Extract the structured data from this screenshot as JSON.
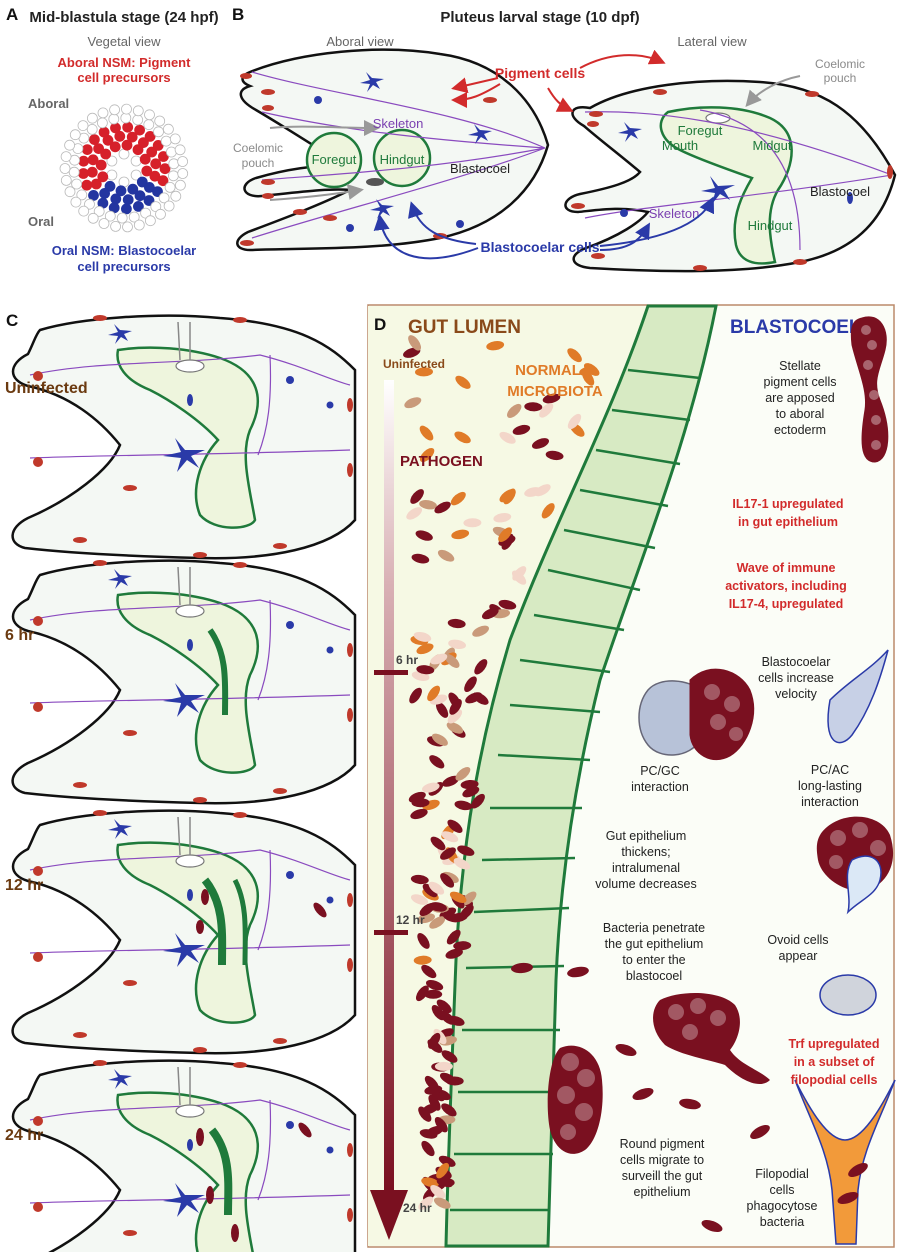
{
  "panels": {
    "a": "A",
    "b": "B",
    "c": "C",
    "d": "D"
  },
  "panelA": {
    "title": "Mid-blastula stage (24 hpf)",
    "view": "Vegetal view",
    "aboral_label": "Aboral",
    "oral_label": "Oral",
    "aboral_nsm": [
      "Aboral NSM: Pigment",
      "cell precursors"
    ],
    "oral_nsm": [
      "Oral NSM: Blastocoelar",
      "cell precursors"
    ]
  },
  "panelB": {
    "title": "Pluteus larval stage (10 dpf)",
    "aboral_view": "Aboral view",
    "lateral_view": "Lateral view",
    "pigment_cells": "Pigment cells",
    "blastocoelar_cells": "Blastocoelar cells",
    "skeleton": "Skeleton",
    "coelomic_pouch": [
      "Coelomic",
      "pouch"
    ],
    "foregut": "Foregut",
    "hindgut": "Hindgut",
    "midgut": "Midgut",
    "mouth": "Mouth",
    "blastocoel": "Blastocoel"
  },
  "panelC": {
    "labels": [
      "Uninfected",
      "6 hr",
      "12 hr",
      "24 hr"
    ]
  },
  "panelD": {
    "gut_lumen": "GUT LUMEN",
    "blastocoel": "BLASTOCOEL",
    "normal_microbiota": [
      "NORMAL",
      "MICROBIOTA"
    ],
    "pathogen": "PATHOGEN",
    "timeline": [
      "Uninfected",
      "6 hr",
      "12 hr",
      "24 hr"
    ],
    "notes": {
      "stellate": [
        "Stellate",
        "pigment cells",
        "are apposed",
        "to aboral",
        "ectoderm"
      ],
      "il17_1": [
        "IL17-1 upregulated",
        "in gut epithelium"
      ],
      "wave": [
        "Wave of immune",
        "activators, including",
        "IL17-4,  upregulated"
      ],
      "velocity": [
        "Blastocoelar",
        "cells increase",
        "velocity"
      ],
      "pcgc": [
        "PC/GC",
        "interaction"
      ],
      "pcac": [
        "PC/AC",
        "long-lasting",
        "interaction"
      ],
      "thickens": [
        "Gut epithelium",
        "thickens;",
        "intralumenal",
        "volume decreases"
      ],
      "ovoid": [
        "Ovoid cells",
        "appear"
      ],
      "penetrate": [
        "Bacteria penetrate",
        "the gut epithelium",
        "to enter the",
        "blastocoel"
      ],
      "trf": [
        "Trf upregulated",
        "in a subset of",
        "filopodial cells"
      ],
      "round": [
        "Round pigment",
        "cells migrate to",
        "surveill the gut",
        "epithelium"
      ],
      "filopodial": [
        "Filopodial",
        "cells",
        "phagocytose",
        "bacteria"
      ]
    }
  },
  "colors": {
    "pigment": "#c0392b",
    "pathogen": "#7a1020",
    "microbiota_orange": "#e07b28",
    "microbiota_tan": "#c99a7a",
    "microbiota_pale": "#f3d6c9",
    "gut_green": "#1f7a3b",
    "gut_fill": "#eef5dd",
    "lumen_fill": "#f6f9e4",
    "epithelium_fill": "#d7eac3",
    "blastocoelar_blue": "#2a3aa8",
    "skeleton_purple": "#8a4bbf"
  }
}
